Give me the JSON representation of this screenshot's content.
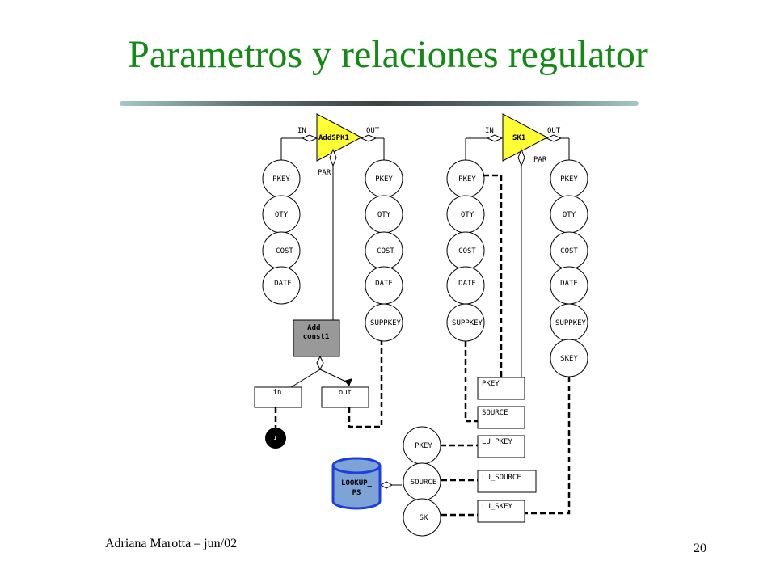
{
  "slide": {
    "title": "Parametros y relaciones regulator",
    "footer_author": "Adriana Marotta – jun/02",
    "page_number": "20"
  },
  "diagram": {
    "left_activity": {
      "name": "AddSPK1",
      "in_label": "IN",
      "out_label": "OUT",
      "par_label": "PAR",
      "color": "#ffff33",
      "in_attributes": [
        "PKEY",
        "QTY",
        "COST",
        "DATE"
      ],
      "out_attributes": [
        "PKEY",
        "QTY",
        "COST",
        "DATE",
        "SUPPKEY"
      ],
      "function": {
        "name_line1": "Add_",
        "name_line2": "const1",
        "color": "#999999",
        "in_param": "in",
        "out_param": "out",
        "constant": "1"
      }
    },
    "right_activity": {
      "name": "SK1",
      "in_label": "IN",
      "out_label": "OUT",
      "par_label": "PAR",
      "color": "#ffff33",
      "in_attributes": [
        "PKEY",
        "QTY",
        "COST",
        "DATE",
        "SUPPKEY"
      ],
      "out_attributes": [
        "PKEY",
        "QTY",
        "COST",
        "DATE",
        "SUPPKEY",
        "SKEY"
      ],
      "parameters": [
        "PKEY",
        "SOURCE",
        "LU_PKEY",
        "LU_SOURCE",
        "LU_SKEY"
      ]
    },
    "lookup": {
      "name_line1": "LOOKUP_",
      "name_line2": "PS",
      "color": "#7ea3d6",
      "border_color": "#1f3fdc",
      "attributes": [
        "PKEY",
        "SOURCE",
        "SK"
      ]
    }
  }
}
